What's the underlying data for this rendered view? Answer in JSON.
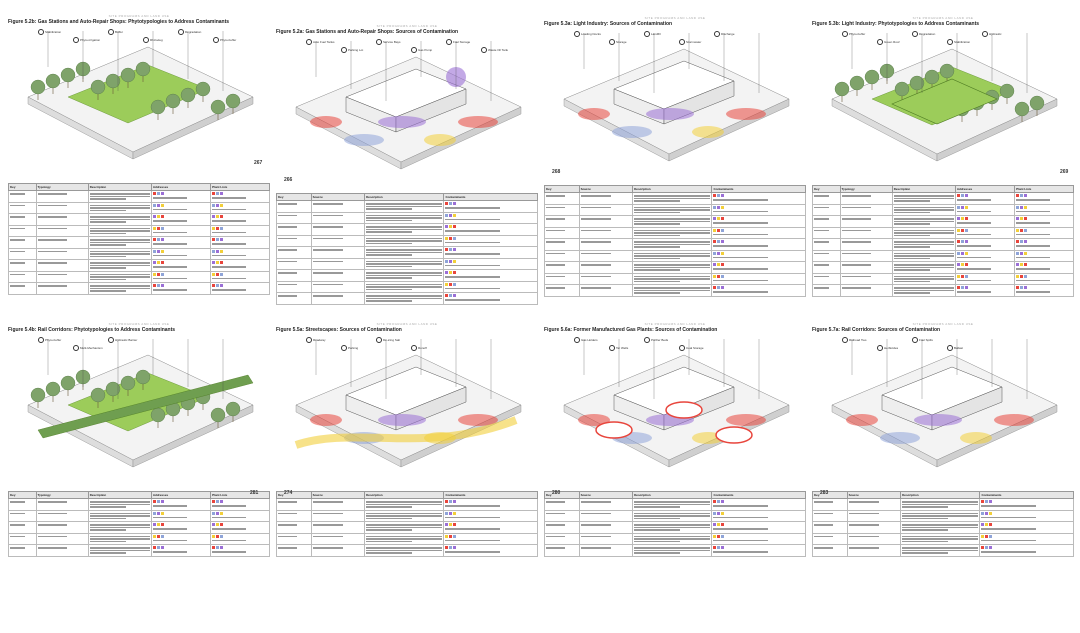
{
  "pages": [
    {
      "header": "SITE PROGRAMS AND LAND USE",
      "figure": "Figure 5.2b: Gas Stations and Auto-Repair Shops: Phytotypologies to Address Contaminants",
      "page_number": "267",
      "callouts": [
        "Stabilization",
        "Phyto-irrigation",
        "Buffer",
        "Rhizodeg",
        "Degradation",
        "Phyto-buffer"
      ],
      "columns": [
        "Key",
        "Typology",
        "Description",
        "Addresses",
        "Plant Lists"
      ]
    },
    {
      "header": "SITE PROGRAMS AND LAND USE",
      "figure": "Figure 5.2a: Gas Stations and Auto-Repair Shops: Sources of Contamination",
      "page_number": "266",
      "callouts": [
        "Auto Fuel Tanks",
        "Parking Lot",
        "Service Bays",
        "Gas Pump",
        "Fuel Storage",
        "Waste Oil Tank"
      ],
      "columns": [
        "Key",
        "Source",
        "Description",
        "Contaminants"
      ]
    },
    {
      "header": "SITE PROGRAMS AND LAND USE",
      "figure": "Figure 5.3a: Light Industry: Sources of Contamination",
      "page_number": "268",
      "callouts": [
        "Loading Docks",
        "Storage",
        "Landfill",
        "Stormwater",
        "Discharge"
      ],
      "columns": [
        "Key",
        "Source",
        "Description",
        "Contaminants"
      ]
    },
    {
      "header": "SITE PROGRAMS AND LAND USE",
      "figure": "Figure 5.3b: Light Industry: Phytotypologies to Address Contaminants",
      "page_number": "269",
      "callouts": [
        "Phyto-buffer",
        "Green Roof",
        "Degradation",
        "Stabilization",
        "Hydraulic"
      ],
      "columns": [
        "Key",
        "Typology",
        "Description",
        "Addresses",
        "Plant Lists"
      ]
    },
    {
      "header": "SITE PROGRAMS AND LAND USE",
      "figure": "Figure 5.4b: Rail Corridors: Phytotypologies to Address Contaminants",
      "page_number": "281",
      "callouts": [
        "Phyto-buffer",
        "Multi-Mechanism",
        "Hydraulic Barrier"
      ],
      "columns": [
        "Key",
        "Typology",
        "Description",
        "Addresses",
        "Plant Lists"
      ]
    },
    {
      "header": "SITE PROGRAMS AND LAND USE",
      "figure": "Figure 5.5a: Streetscapes: Sources of Contamination",
      "page_number": "274",
      "callouts": [
        "Roadway",
        "Parking",
        "De-icing Salt",
        "Runoff"
      ],
      "columns": [
        "Key",
        "Source",
        "Description",
        "Contaminants"
      ]
    },
    {
      "header": "SITE PROGRAMS AND LAND USE",
      "figure": "Figure 5.6a: Former Manufactured Gas Plants: Sources of Contamination",
      "page_number": "280",
      "callouts": [
        "Gas Holders",
        "Tar Wells",
        "Purifier Beds",
        "Coal Storage"
      ],
      "columns": [
        "Key",
        "Source",
        "Description",
        "Contaminants"
      ]
    },
    {
      "header": "SITE PROGRAMS AND LAND USE",
      "figure": "Figure 5.7a: Rail Corridors: Sources of Contamination",
      "page_number": "283",
      "callouts": [
        "Railroad Ties",
        "Herbicides",
        "Fuel Spills",
        "Ballast"
      ],
      "columns": [
        "Key",
        "Source",
        "Description",
        "Contaminants"
      ]
    }
  ],
  "colors": {
    "grass": "#9ccc5a",
    "tree": "#7fa36a",
    "plume_red": "#e8453c",
    "plume_blue": "#8fa4d8",
    "plume_purple": "#9b6fd6",
    "plume_yellow": "#f2cf3a",
    "table_header": "#e6e6e6"
  }
}
